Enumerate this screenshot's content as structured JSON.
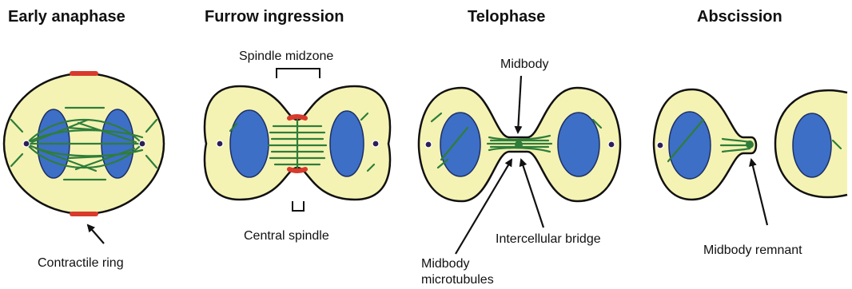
{
  "panels": [
    {
      "title": "Early anaphase"
    },
    {
      "title": "Furrow ingression"
    },
    {
      "title": "Telophase"
    },
    {
      "title": "Abscission"
    }
  ],
  "labels": {
    "contractile_ring": "Contractile ring",
    "spindle_midzone": "Spindle midzone",
    "central_spindle": "Central spindle",
    "midbody": "Midbody",
    "intercellular_bridge": "Intercellular bridge",
    "midbody_microtubules_1": "Midbody",
    "midbody_microtubules_2": "microtubules",
    "midbody_remnant": "Midbody remnant"
  },
  "colors": {
    "cytoplasm": "#f4f3b3",
    "nucleus": "#3d6fc6",
    "microtubule": "#2f7d3a",
    "contractile_ring": "#d83a2c",
    "spindle_pole": "#2b1f57"
  }
}
